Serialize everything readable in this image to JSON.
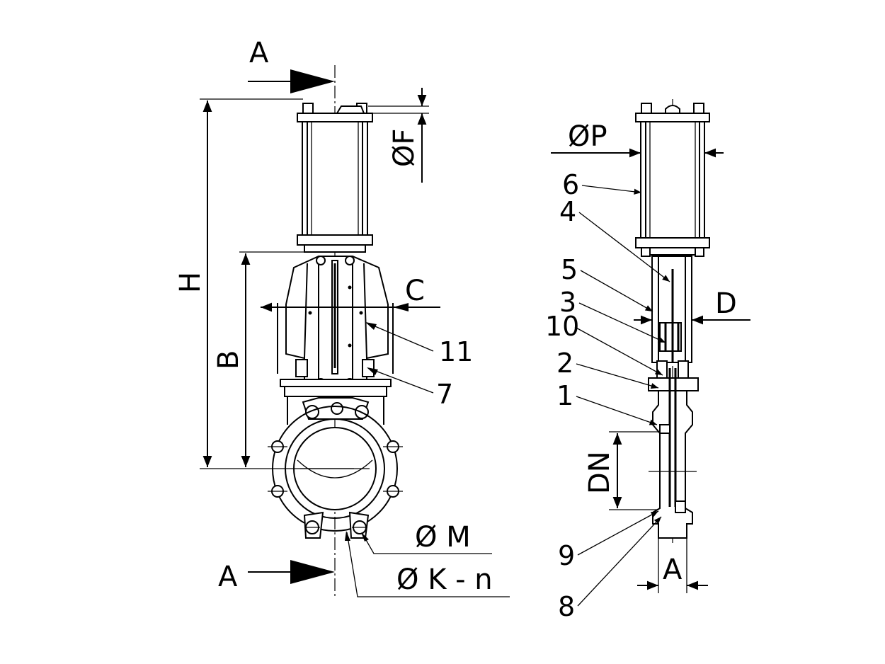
{
  "section_marks": {
    "top": "A",
    "bottom": "A"
  },
  "dimensions": {
    "H": "H",
    "B": "B",
    "C": "C",
    "F": "ØF",
    "P": "ØP",
    "D": "D",
    "M": "Ø M",
    "K": "Ø K - n",
    "DN": "DN",
    "A": "A"
  },
  "callouts": [
    "1",
    "2",
    "3",
    "4",
    "5",
    "6",
    "7",
    "8",
    "9",
    "10",
    "11"
  ],
  "colors": {
    "line": "#000000",
    "background": "#ffffff"
  }
}
